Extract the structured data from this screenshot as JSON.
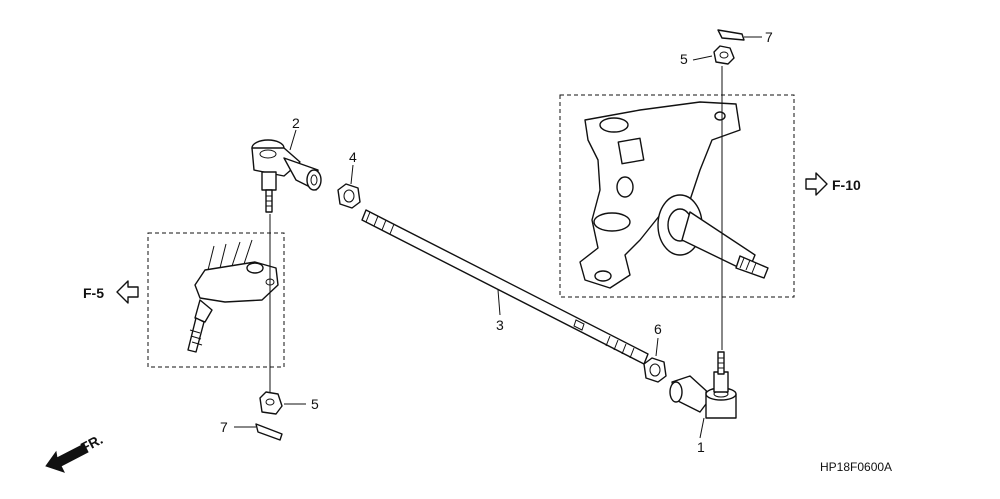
{
  "callouts": {
    "c1": "1",
    "c2": "2",
    "c3": "3",
    "c4": "4",
    "c5a": "5",
    "c5b": "5",
    "c6": "6",
    "c7a": "7",
    "c7b": "7"
  },
  "refs": {
    "f5": "F-5",
    "f10": "F-10",
    "front": "FR."
  },
  "diagram_code": "HP18F0600A",
  "colors": {
    "line": "#111111",
    "background": "#ffffff"
  }
}
